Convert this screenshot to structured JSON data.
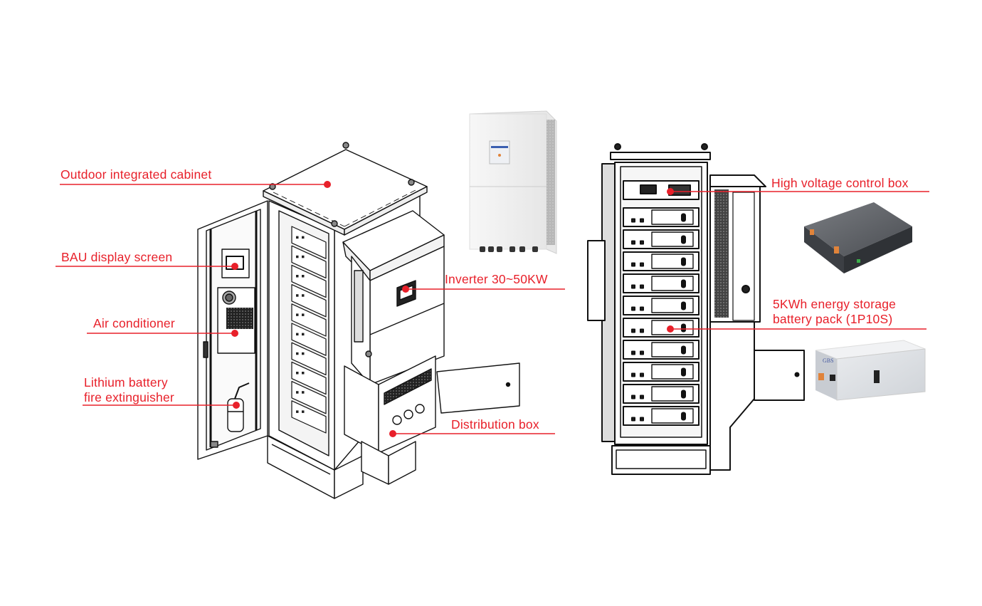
{
  "accent_color": "#e8202a",
  "left_cabinet": {
    "callouts": [
      {
        "id": "outdoor-cabinet",
        "lines": [
          "Outdoor integrated cabinet"
        ]
      },
      {
        "id": "bau-display",
        "lines": [
          "BAU display screen"
        ]
      },
      {
        "id": "air-conditioner",
        "lines": [
          "Air conditioner"
        ]
      },
      {
        "id": "fire-extinguisher",
        "lines": [
          "Lithium battery",
          "fire extinguisher"
        ]
      },
      {
        "id": "inverter",
        "lines": [
          "Inverter 30~50KW"
        ]
      },
      {
        "id": "distribution-box",
        "lines": [
          "Distribution box"
        ]
      }
    ]
  },
  "right_cabinet": {
    "callouts": [
      {
        "id": "hv-control-box",
        "lines": [
          "High voltage control box"
        ]
      },
      {
        "id": "battery-pack",
        "lines": [
          "5KWh energy storage",
          "battery pack (1P10S)"
        ]
      }
    ],
    "battery_module_count": 10
  },
  "product_photos": {
    "battery_brand": "GBS"
  }
}
